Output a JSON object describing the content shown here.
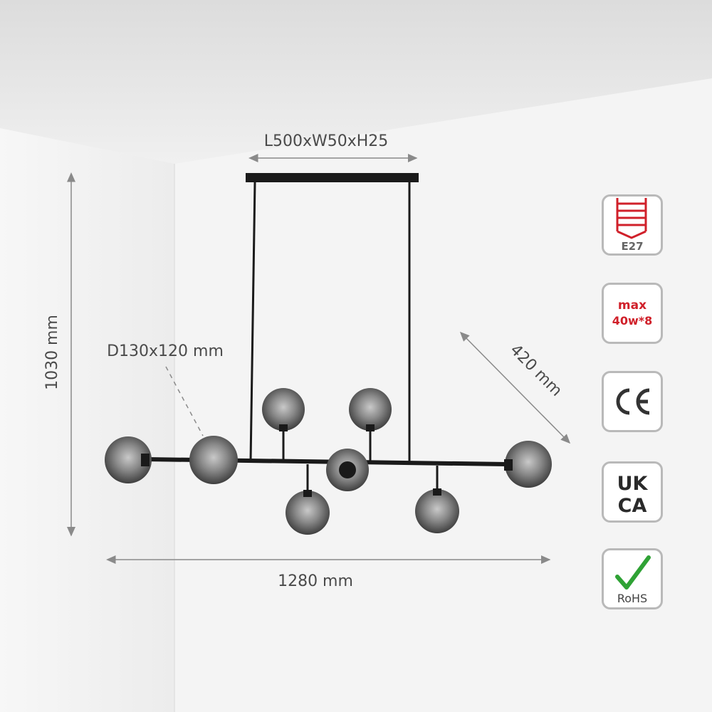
{
  "dimensions": {
    "canopy": "L500xW50xH25",
    "height": "1030 mm",
    "globe": "D130x120 mm",
    "depth": "420 mm",
    "width": "1280 mm"
  },
  "badges": {
    "bulb": {
      "icon": "e27-bulb-icon",
      "label": "E27"
    },
    "power": {
      "line1": "max",
      "line2": "40w*8"
    },
    "ce": {
      "label": "CE"
    },
    "ukca": {
      "line1": "UK",
      "line2": "CA"
    },
    "rohs": {
      "icon": "check-mark-icon",
      "label": "RoHS"
    }
  },
  "colors": {
    "accent": "#d0202a",
    "badge_border": "#b9b9b9",
    "fixture": "#1a1a1a",
    "check": "#2fa235"
  }
}
